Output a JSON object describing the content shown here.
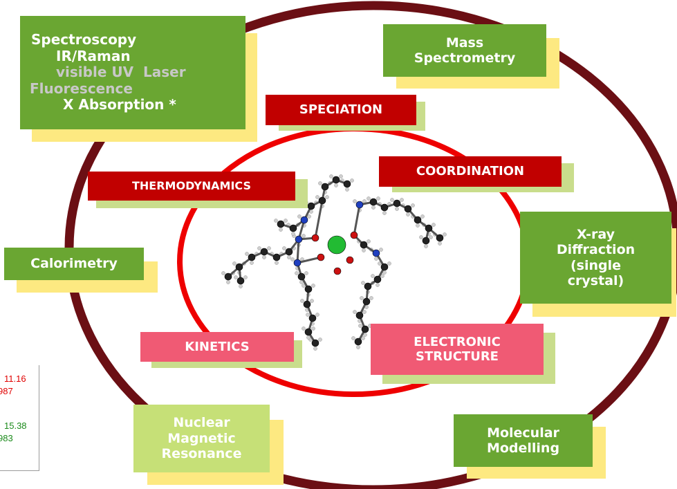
{
  "technique_boxes": {
    "spectroscopy": {
      "title": "Spectroscopy",
      "line1": "IR/Raman",
      "line2": "visible UV  Laser",
      "line3": "Fluorescence",
      "line4": "X Absorption *"
    },
    "mass_spectrometry": {
      "line1": "Mass",
      "line2": "Spectrometry"
    },
    "calorimetry": {
      "label": "Calorimetry"
    },
    "xray_diffraction": {
      "line1": "X-ray",
      "line2": "Diffraction",
      "line3": "(single",
      "line4": "crystal)"
    },
    "nmr": {
      "line1": "Nuclear",
      "line2": "Magnetic",
      "line3": "Resonance"
    },
    "molecular_modelling": {
      "line1": "Molecular",
      "line2": "Modelling"
    }
  },
  "property_boxes": {
    "speciation": "SPECIATION",
    "coordination": "COORDINATION",
    "thermodynamics": "THERMODYNAMICS",
    "kinetics": "KINETICS",
    "electronic_structure": {
      "line1": "ELECTRONIC",
      "line2": "STRUCTURE"
    }
  },
  "table_fragment": {
    "row1_a": "11.16",
    "row1_b": "987",
    "row2_a": "15.38",
    "row2_b": "983"
  },
  "colors": {
    "outer_ring": "#6b0f14",
    "inner_ring": "#ee0000",
    "technique_green": "#6aa632",
    "technique_light_green": "#c6e077",
    "property_red": "#c10000",
    "property_pink": "#f05a74",
    "shadow_yellow": "#fde981",
    "shadow_green": "#c9dd8c",
    "muted_text": "#c8c8c8",
    "table_red": "#e00000",
    "table_green": "#1a8a1a"
  }
}
